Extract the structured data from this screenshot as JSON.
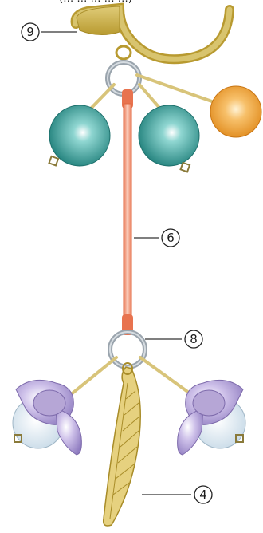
{
  "header": {
    "partial_text": "(… … … … …)"
  },
  "callouts": [
    {
      "number": "9",
      "symbol": "⑨"
    },
    {
      "number": "6",
      "symbol": "⑥"
    },
    {
      "number": "8",
      "symbol": "⑧"
    },
    {
      "number": "4",
      "symbol": "④"
    }
  ],
  "colors": {
    "hook": "#c9b04a",
    "bead_teal": "#2f9c97",
    "bead_orange": "#f4a43a",
    "rod": "#f08a6a",
    "ring": "#9aa4ad",
    "wire": "#d8c47a",
    "flower_purple": "#b8a8d8",
    "bead_clear": "#dce9f2",
    "leaf": "#e2cc7a"
  }
}
